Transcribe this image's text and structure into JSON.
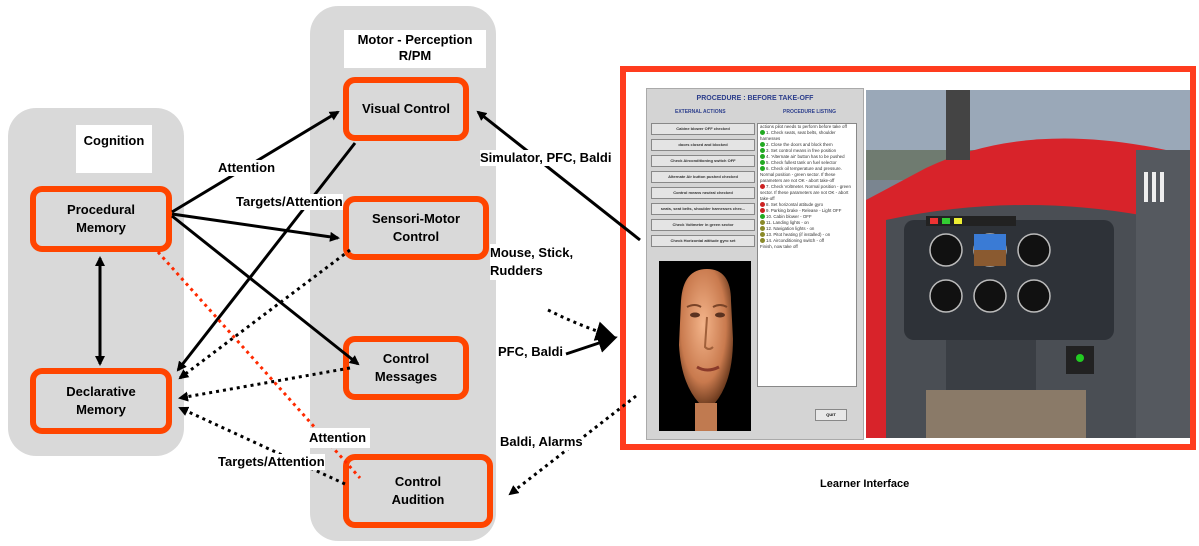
{
  "cognition": {
    "title": "Cognition",
    "procedural_memory": "Procedural Memory",
    "declarative_memory": "Declarative Memory"
  },
  "motor_perception": {
    "title": "Motor - Perception R/PM",
    "visual_control": "Visual Control",
    "sensori_motor_control": "Sensori-Motor Control",
    "control_messages": "Control Messages",
    "control_audition": "Control Audition"
  },
  "arrow_labels": {
    "attention_top": "Attention",
    "targets_attention_top": "Targets/Attention",
    "attention_bottom": "Attention",
    "targets_attention_bottom": "Targets/Attention",
    "simulator_pfc_baldi": "Simulator, PFC, Baldi",
    "mouse_stick_rudders": "Mouse, Stick, Rudders",
    "pfc_baldi": "PFC, Baldi",
    "baldi_alarms": "Baldi, Alarms"
  },
  "learner_interface": {
    "caption": "Learner Interface",
    "procedure_title": "PROCEDURE : BEFORE TAKE-OFF",
    "external_actions_header": "EXTERNAL ACTIONS",
    "procedure_listing_header": "PROCEDURE LISTING",
    "actions": [
      "Cabine blower OFF checked",
      "doors closed and blocked",
      "Check Airconditioning switch OFF",
      "Alternate Air button pushed checked",
      "Control means neutral checked",
      "seats, seat belts, shoulder harnesses chec...",
      "Check Voltmeter in green sector",
      "Check Horizontal attitude gyro set"
    ],
    "listing": [
      {
        "text": "actions pilot needs to perform before take off",
        "status": ""
      },
      {
        "text": "1. Check seats, seat belts, shoulder harnesses",
        "status": "green"
      },
      {
        "text": "2. Close the doors and block them",
        "status": "green"
      },
      {
        "text": "3. Set control means in free position",
        "status": "green"
      },
      {
        "text": "4. 'Alternate air' button has to be pushed",
        "status": "green"
      },
      {
        "text": "5. Check fullest tank on fuel selector",
        "status": "green"
      },
      {
        "text": "6. Check oil temperature and pressure.",
        "status": "green"
      },
      {
        "text": "Normal position - green sector. If these parameters are not OK - abort take-off",
        "status": ""
      },
      {
        "text": "7. Check Voltmeter. Normal position - green sector. If these parameters are not OK - abort take-off",
        "status": "red"
      },
      {
        "text": "8. Set horizontal attitude gyro",
        "status": "red"
      },
      {
        "text": "9. Parking brake - Release - Light OFF",
        "status": "red"
      },
      {
        "text": "10. Cabin blower - OFF",
        "status": "green"
      },
      {
        "text": "11. Landing lights - on",
        "status": "olive"
      },
      {
        "text": "12. Navigation lights - on",
        "status": "olive"
      },
      {
        "text": "13. Pitot heating (if installed) - on",
        "status": "olive"
      },
      {
        "text": "14. Airconditioning switch - off",
        "status": "olive"
      },
      {
        "text": "Finish, now take off",
        "status": ""
      }
    ],
    "quit_label": "QUIT"
  },
  "colors": {
    "module_border": "#ff4500",
    "panel_bg": "#d9d9d9",
    "frame_border": "#ff3c1e",
    "arrow": "#000000",
    "dotted_red": "#ff2a00"
  }
}
